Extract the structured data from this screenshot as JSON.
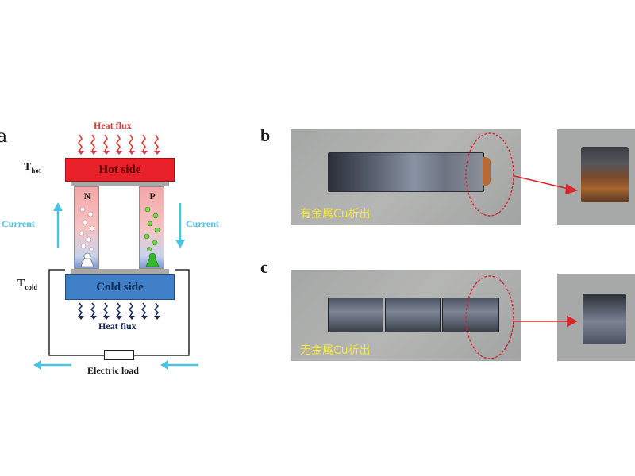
{
  "panels": {
    "a": "a",
    "b": "b",
    "c": "c"
  },
  "schematic": {
    "heat_flux_top": "Heat flux",
    "heat_flux_bottom": "Heat flux",
    "t_hot_main": "T",
    "t_hot_sub": "hot",
    "t_cold_main": "T",
    "t_cold_sub": "cold",
    "hot_side": "Hot side",
    "cold_side": "Cold side",
    "leg_n": "N",
    "leg_p": "P",
    "current_left": "Current",
    "current_right": "Current",
    "electric_load": "Electric load"
  },
  "photos": {
    "b_caption": "有金属Cu析出",
    "c_caption": "无金属Cu析出"
  },
  "colors": {
    "hot": "#e8202a",
    "cold": "#3f80c9",
    "heat_flux": "#e03a3a",
    "current": "#49c3e8",
    "pointer": "#d9262c",
    "caption": "#f4e63a"
  }
}
